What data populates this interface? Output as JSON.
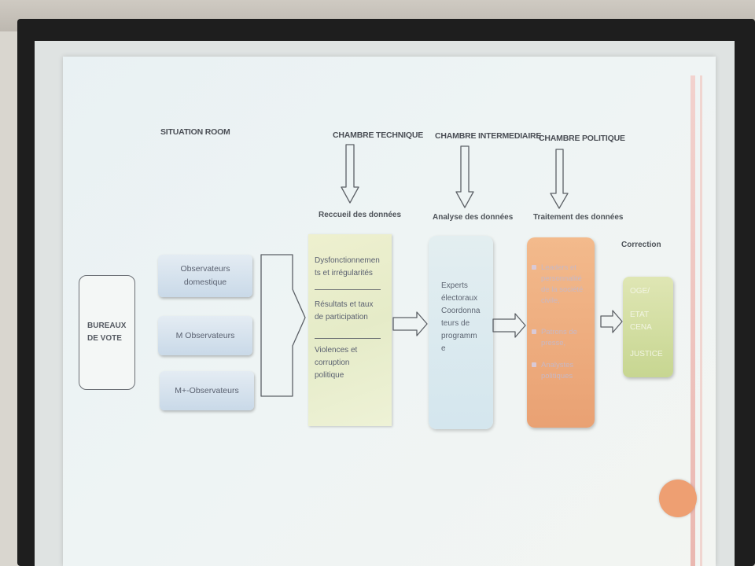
{
  "slide": {
    "situation_room": "SITUATION ROOM",
    "chambres": {
      "technique": "CHAMBRE TECHNIQUE",
      "intermediaire": "CHAMBRE INTERMEDIAIRE",
      "politique": "CHAMBRE POLITIQUE"
    },
    "stages": {
      "recueil": "Reccueil des données",
      "analyse": "Analyse des données",
      "traitement": "Traitement des données",
      "correction": "Correction"
    },
    "bureaux": {
      "line1": "BUREAUX",
      "line2": "DE VOTE"
    },
    "observers": {
      "obs1_line1": "Observateurs",
      "obs1_line2": "domestique",
      "obs2": "M Observateurs",
      "obs3": "M+-Observateurs"
    },
    "recueil_box": {
      "item1_line1": "Dysfonctionnemen",
      "item1_line2": "ts et irrégularités",
      "item2_line1": "Résultats et taux",
      "item2_line2": "de participation",
      "item3_line1": "Violences et",
      "item3_line2": "corruption",
      "item3_line3": "politique"
    },
    "analyse_box": {
      "line1": "Experts",
      "line2": "électoraux",
      "line3": "Coordonna",
      "line4": "teurs de",
      "line5": "programm",
      "line6": "e"
    },
    "traitement_box": {
      "item1_line1": "Leaders et",
      "item1_line2": "personnalité",
      "item1_line3": "de la société",
      "item1_line4": "civile,",
      "item2_line1": "Patrons de",
      "item2_line2": "presse,",
      "item3_line1": "Analystes",
      "item3_line2": "politiques"
    },
    "correction_box": {
      "line1": "OGE/",
      "line2": "ETAT",
      "line3": "CENA",
      "line4": "JUSTICE"
    }
  },
  "colors": {
    "recueil_fill": "#e5ebc8",
    "analyse_fill": "#d4e6ee",
    "traitement_fill": "#e9a173",
    "correction_fill": "#c7d691",
    "accent_circle": "#ee9f72"
  }
}
